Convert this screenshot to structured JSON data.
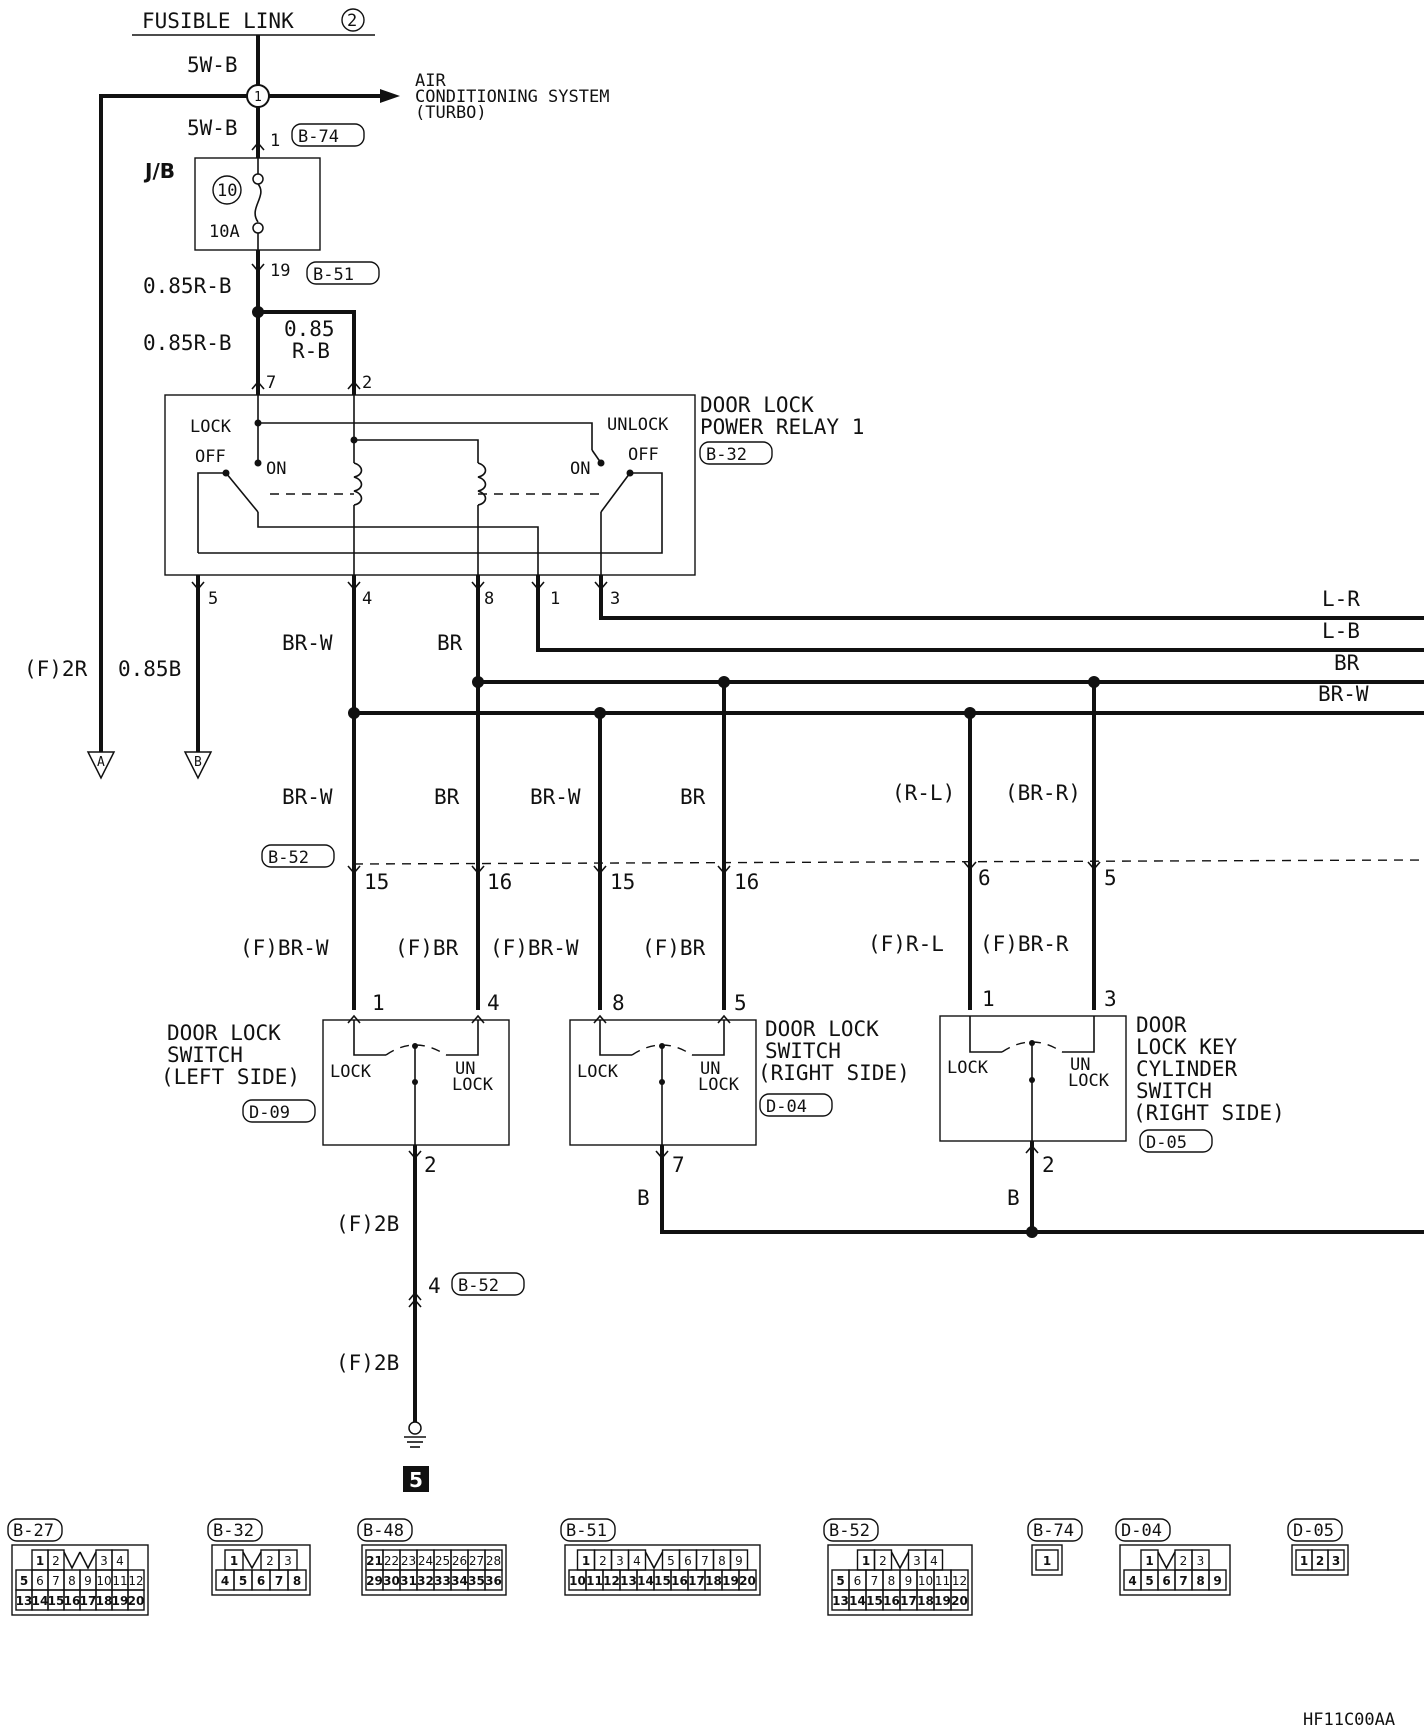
{
  "fusible_link": {
    "label": "FUSIBLE LINK",
    "number": "2"
  },
  "wires": {
    "top1": "5W-B",
    "top2": "5W-B",
    "jb_out1": "0.85R-B",
    "jb_out2": "0.85R-B",
    "branch_a": "0.85",
    "branch_b": "R-B",
    "left_a": "(F)2R",
    "left_b": "0.85B",
    "relay_out4": "BR-W",
    "relay_out8": "BR",
    "bus_lr": "L-R",
    "bus_lb": "L-B",
    "bus_br": "BR",
    "bus_brw": "BR-W",
    "drop1": "BR-W",
    "drop2": "BR",
    "drop3": "BR-W",
    "drop4": "BR",
    "drop5": "(R-L)",
    "drop6": "(BR-R)",
    "f1": "(F)BR-W",
    "f2": "(F)BR",
    "f3": "(F)BR-W",
    "f4": "(F)BR",
    "f5": "(F)R-L",
    "f6": "(F)BR-R",
    "ground1": "(F)2B",
    "ground2": "(F)2B",
    "b_right1": "B",
    "b_right2": "B"
  },
  "splice": "1",
  "ac_system": {
    "line1": "AIR",
    "line2": "CONDITIONING SYSTEM",
    "line3": "(TURBO)"
  },
  "jb": {
    "label": "J/B",
    "fuse_no": "10",
    "fuse_rating": "10A"
  },
  "connectors": {
    "b74": "B-74",
    "b51": "B-51",
    "b32": "B-32",
    "b52": "B-52",
    "b52b": "B-52",
    "d09": "D-09",
    "d04": "D-04",
    "d05": "D-05"
  },
  "relay": {
    "name_line1": "DOOR LOCK",
    "name_line2": "POWER RELAY 1",
    "lock": "LOCK",
    "unlock": "UNLOCK",
    "off_l": "OFF",
    "on_l": "ON",
    "on_r": "ON",
    "off_r": "OFF"
  },
  "pins": {
    "p1": "1",
    "p19": "19",
    "p7": "7",
    "p2": "2",
    "p5": "5",
    "p4": "4",
    "p8": "8",
    "p1b": "1",
    "p3": "3",
    "c15a": "15",
    "c16a": "16",
    "c15b": "15",
    "c16b": "16",
    "c6": "6",
    "c5": "5",
    "s1": "1",
    "s4": "4",
    "s8": "8",
    "s5": "5",
    "s1b": "1",
    "s3": "3",
    "g2": "2",
    "g7": "7",
    "g2b": "2",
    "g4": "4"
  },
  "arrows": {
    "a": "A",
    "b": "B"
  },
  "switch_left": {
    "line1": "DOOR LOCK",
    "line2": "SWITCH",
    "line3": "(LEFT SIDE)",
    "lock": "LOCK",
    "un": "UN",
    "lock2": "LOCK"
  },
  "switch_right": {
    "line1": "DOOR LOCK",
    "line2": "SWITCH",
    "line3": "(RIGHT SIDE)",
    "lock": "LOCK",
    "un": "UN",
    "lock2": "LOCK"
  },
  "key_cyl": {
    "line1": "DOOR",
    "line2": "LOCK KEY",
    "line3": "CYLINDER",
    "line4": "SWITCH",
    "line5": "(RIGHT SIDE)",
    "lock": "LOCK",
    "un": "UN",
    "lock2": "LOCK"
  },
  "ground_no": "5",
  "connector_views": {
    "b27": {
      "title": "B-27",
      "row1": [
        "1",
        "2",
        "",
        "",
        "3",
        "4"
      ],
      "row2": [
        "5",
        "6",
        "7",
        "8",
        "9",
        "10",
        "11",
        "12"
      ],
      "row3": [
        "13",
        "14",
        "15",
        "16",
        "17",
        "18",
        "19",
        "20"
      ]
    },
    "b32": {
      "title": "B-32",
      "row1": [
        "1",
        "",
        "2",
        "3"
      ],
      "row2": [
        "4",
        "5",
        "6",
        "7",
        "8"
      ]
    },
    "b48": {
      "title": "B-48",
      "row1": [
        "21",
        "22",
        "23",
        "24",
        "25",
        "26",
        "27",
        "28"
      ],
      "row2": [
        "29",
        "30",
        "31",
        "32",
        "33",
        "34",
        "35",
        "36"
      ]
    },
    "b51": {
      "title": "B-51",
      "row1": [
        "1",
        "2",
        "3",
        "4",
        "",
        "5",
        "6",
        "7",
        "8",
        "9"
      ],
      "row2": [
        "10",
        "11",
        "12",
        "13",
        "14",
        "15",
        "16",
        "17",
        "18",
        "19",
        "20"
      ]
    },
    "b52": {
      "title": "B-52",
      "row1": [
        "1",
        "2",
        "",
        "3",
        "4"
      ],
      "row2": [
        "5",
        "6",
        "7",
        "8",
        "9",
        "10",
        "11",
        "12"
      ],
      "row3": [
        "13",
        "14",
        "15",
        "16",
        "17",
        "18",
        "19",
        "20"
      ]
    },
    "b74": {
      "title": "B-74",
      "row1": [
        "1"
      ]
    },
    "d04": {
      "title": "D-04",
      "row1": [
        "1",
        "",
        "2",
        "3"
      ],
      "row2": [
        "4",
        "5",
        "6",
        "7",
        "8",
        "9"
      ]
    },
    "d05": {
      "title": "D-05",
      "row1": [
        "1",
        "2",
        "3"
      ]
    }
  },
  "doc_code": "HF11C00AA"
}
